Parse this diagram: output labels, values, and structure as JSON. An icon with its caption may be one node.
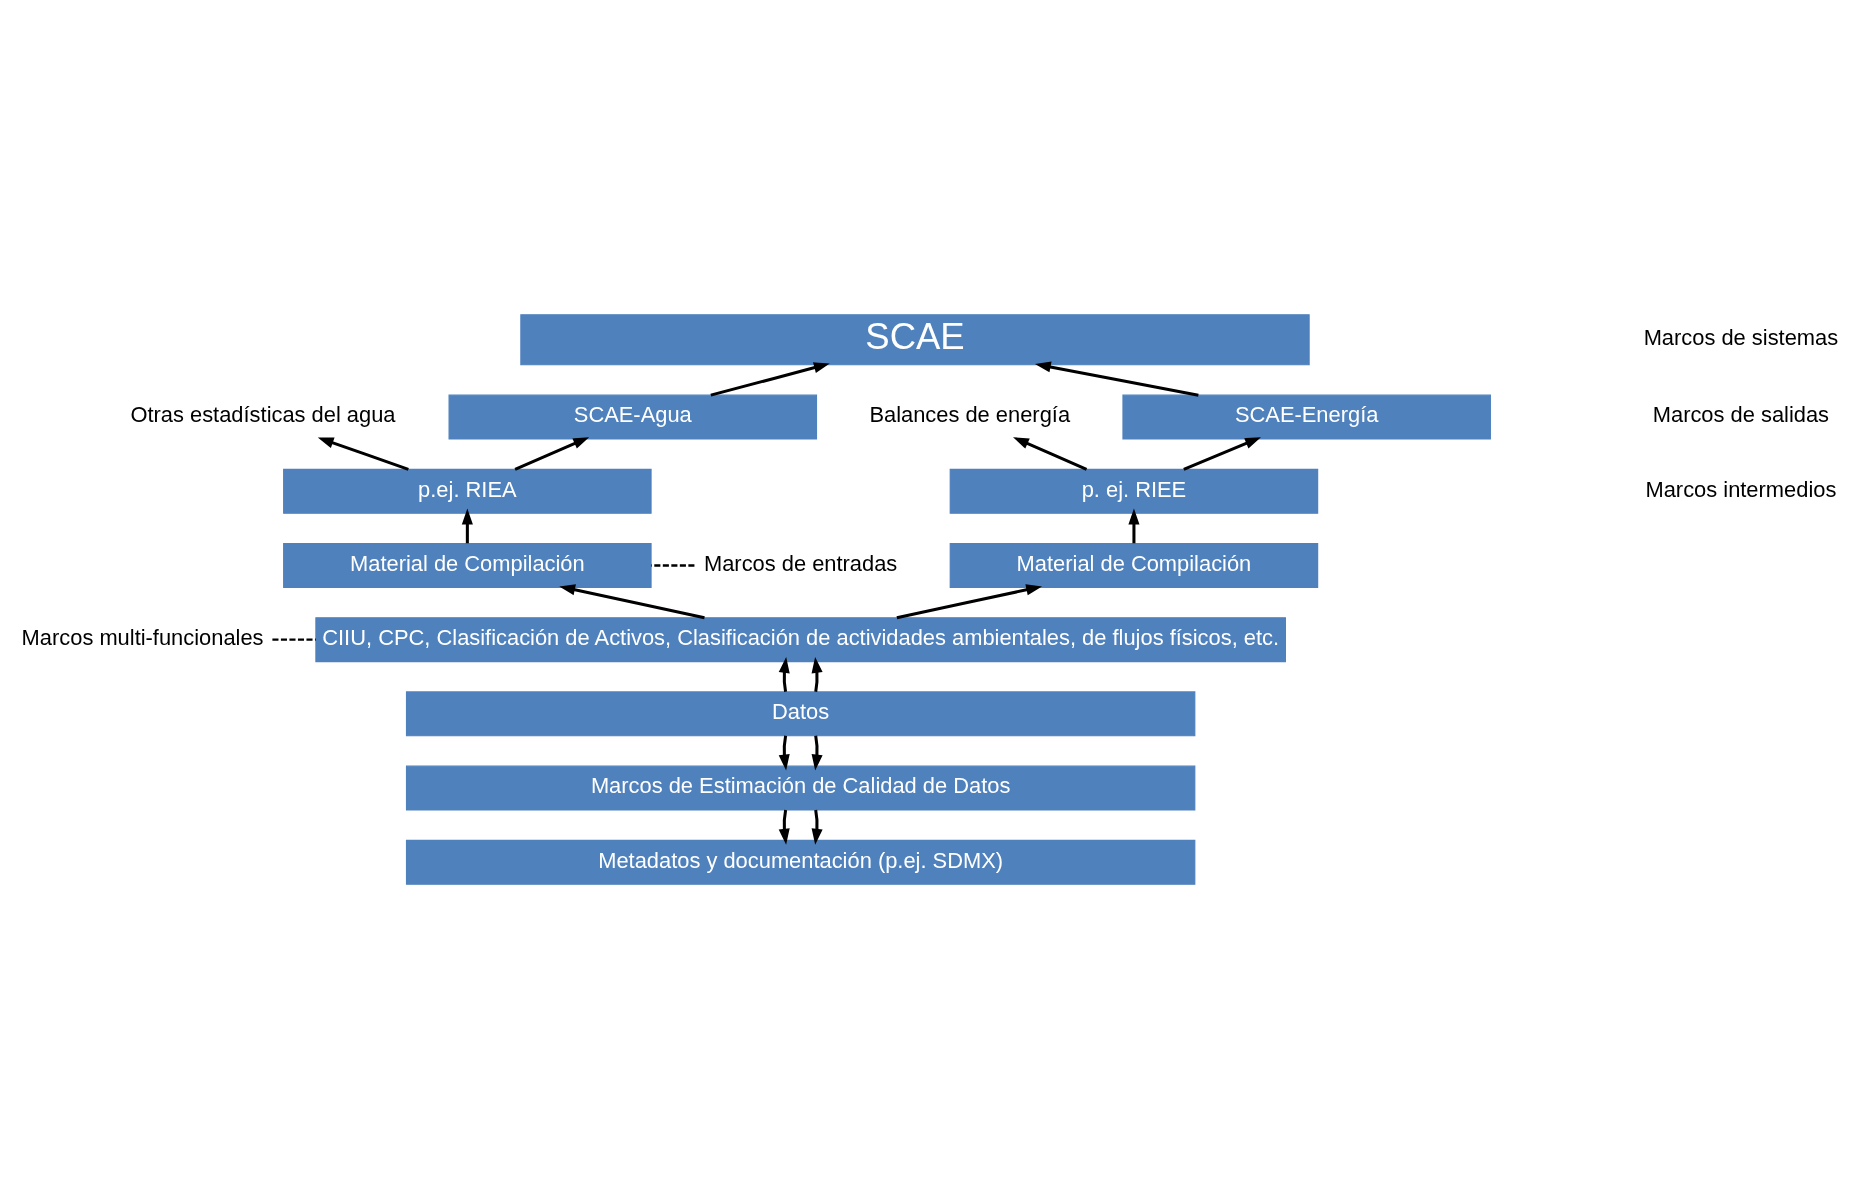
{
  "diagram": {
    "nodes": [
      {
        "text": [
          "Otras estadísticas del agua"
        ]
      },
      {
        "text": [
          "Balances de energía"
        ]
      },
      {
        "text": [
          "SCAE"
        ]
      },
      {
        "text": [
          "SCAE-Agua"
        ]
      },
      {
        "text": [
          "SCAE-Energía"
        ]
      },
      {
        "text": [
          "p.ej. RIEA"
        ]
      },
      {
        "text": [
          "p. ej. RIEE"
        ]
      },
      {
        "text": [
          "Material de Compilación"
        ]
      },
      {
        "text": [
          "Material de Compilación"
        ]
      },
      {
        "text": [
          "CIIU, CPC, Clasificación de Activos, Clasificación de actividades ambientales, de flujos físicos, etc."
        ]
      },
      {
        "text": [
          "Datos"
        ]
      },
      {
        "text": [
          "Marcos de Estimación de Calidad de Datos"
        ]
      },
      {
        "text": [
          "Metadatos y documentación (p.ej. SDMX)"
        ]
      },
      {
        "text": [
          "Marcos de entradas"
        ]
      },
      {
        "text": [
          "Marcos multi-funcionales"
        ]
      }
    ],
    "edges": [
      {
        "from": 5,
        "to": 0,
        "arrow": "to"
      },
      {
        "from": 6,
        "to": 1,
        "arrow": "to"
      },
      {
        "from": 3,
        "to": 2,
        "arrow": "to"
      },
      {
        "from": 4,
        "to": 2,
        "arrow": "to"
      },
      {
        "from": 5,
        "to": 3,
        "arrow": "to"
      },
      {
        "from": 6,
        "to": 4,
        "arrow": "to"
      },
      {
        "from": 7,
        "to": 5,
        "arrow": "to"
      },
      {
        "from": 8,
        "to": 6,
        "arrow": "to"
      },
      {
        "from": 9,
        "to": 7,
        "arrow": "to"
      },
      {
        "from": 9,
        "to": 8,
        "arrow": "to"
      },
      {
        "from": 10,
        "to": 9,
        "arrow": "to"
      },
      {
        "from": 10,
        "to": 9,
        "arrow": "to"
      },
      {
        "from": 10,
        "to": 11,
        "arrow": "to"
      },
      {
        "from": 10,
        "to": 11,
        "arrow": "to"
      },
      {
        "from": 11,
        "to": 12,
        "arrow": "to"
      },
      {
        "from": 11,
        "to": 12,
        "arrow": "to"
      },
      {
        "from": 13,
        "to": 7,
        "arrow": "none",
        "style": "dashed"
      },
      {
        "from": 14,
        "to": 9,
        "arrow": "none",
        "style": "dashed"
      }
    ],
    "labels": [
      "Marcos de salidas",
      "Marcos de sistemas",
      "Marcos intermedios"
    ]
  }
}
